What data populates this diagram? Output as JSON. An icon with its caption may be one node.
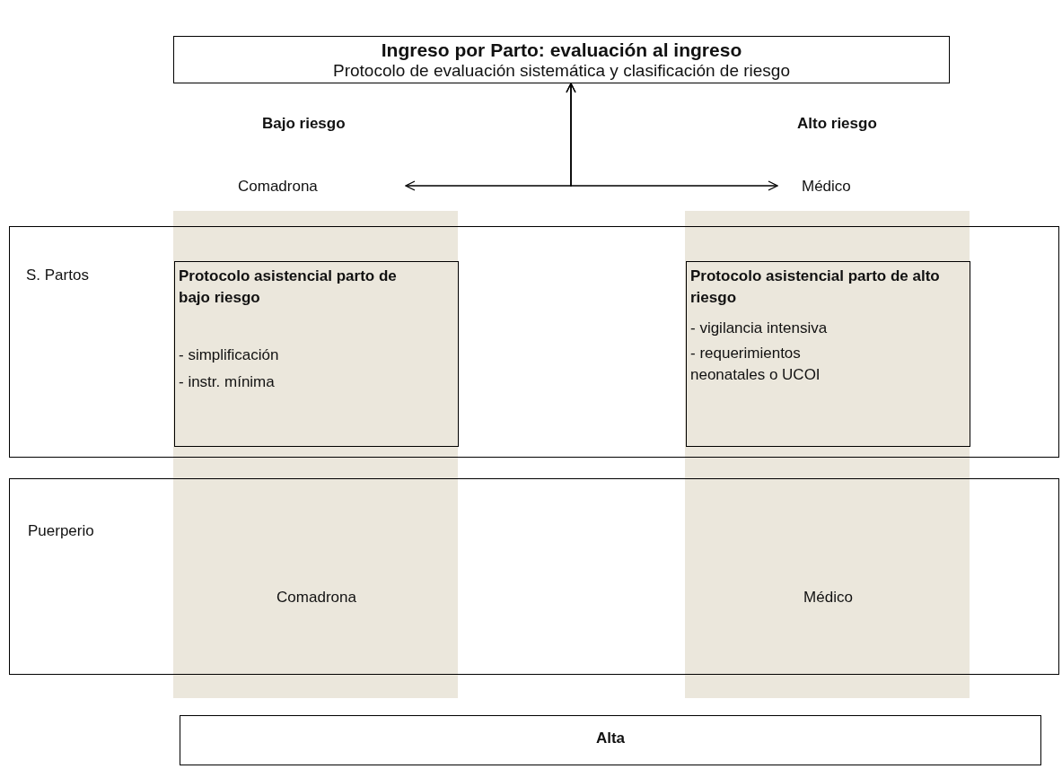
{
  "diagram": {
    "nodes": [
      {
        "text": [
          "Ingreso por Parto: evaluación al ingreso",
          "Protocolo de evaluación sistemática y clasificación de riesgo"
        ]
      },
      {
        "text": [
          "Bajo riesgo",
          "Comadrona"
        ]
      },
      {
        "text": [
          "Alto riesgo",
          "Médico"
        ]
      },
      {
        "text": [
          "S. Partos"
        ]
      },
      {
        "text": [
          "Protocolo asistencial parto de bajo riesgo",
          "- simplificación",
          "- instr. mínima"
        ],
        "in": 3
      },
      {
        "text": [
          "Protocolo asistencial parto de alto riesgo",
          "- vigilancia intensiva",
          "- requerimientos neonatales o UCOI"
        ],
        "in": 3
      },
      {
        "text": [
          "Puerperio",
          "Comadrona",
          "Médico"
        ]
      },
      {
        "text": [
          "Alta"
        ]
      }
    ],
    "edges": [
      {
        "from": 0,
        "to": 1,
        "arrow": "both"
      },
      {
        "from": 0,
        "to": 2,
        "arrow": "both"
      }
    ]
  }
}
